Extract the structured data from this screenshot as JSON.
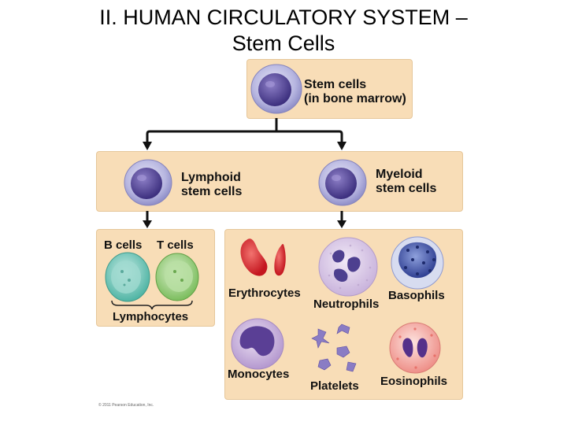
{
  "title": {
    "line1": "II. HUMAN CIRCULATORY SYSTEM –",
    "line2": "Stem Cells"
  },
  "diagram": {
    "stem_cells": {
      "line1": "Stem cells",
      "line2": "(in bone marrow)"
    },
    "lymphoid": {
      "line1": "Lymphoid",
      "line2": "stem cells"
    },
    "myeloid": {
      "line1": "Myeloid",
      "line2": "stem cells"
    },
    "b_cells": "B cells",
    "t_cells": "T cells",
    "lymphocytes": "Lymphocytes",
    "erythrocytes": "Erythrocytes",
    "neutrophils": "Neutrophils",
    "basophils": "Basophils",
    "monocytes": "Monocytes",
    "platelets": "Platelets",
    "eosinophils": "Eosinophils"
  },
  "copyright": "© 2011 Pearson Education, Inc.",
  "colors": {
    "panel": "#f8ddb7",
    "stem_cell": "#b7b6e0",
    "nucleus": "#4b3c8e",
    "b_cell": "#74c7b9",
    "t_cell": "#9bcf7f",
    "erythrocyte": "#d6222b",
    "neutrophil": "#d9c8e6",
    "basophil": "#3d4fa3",
    "monocyte": "#c3a8d8",
    "eosinophil": "#f3a29c"
  }
}
